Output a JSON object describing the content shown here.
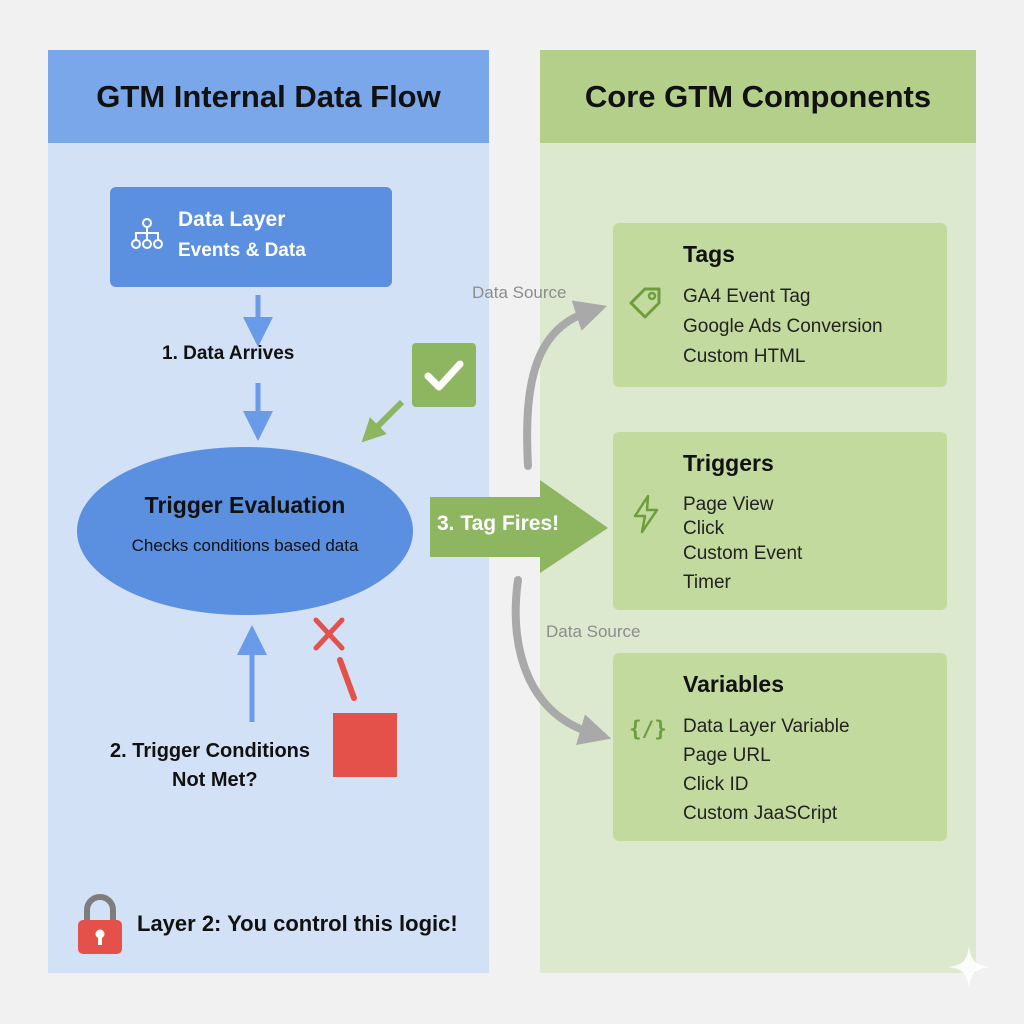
{
  "left_panel": {
    "title": "GTM Internal Data Flow",
    "data_layer": {
      "title": "Data Layer",
      "subtitle": "Events & Data"
    },
    "step1_label": "1. Data Arrives",
    "trigger_evaluation": {
      "title": "Trigger Evaluation",
      "subtitle": "Checks conditions based data"
    },
    "step2_label_line1": "2. Trigger Conditions",
    "step2_label_line2": "Not Met?",
    "footer_label": "Layer 2: You control this logic!"
  },
  "flow": {
    "fires_label": "3. Tag Fires!",
    "data_source_top": "Data Source",
    "data_source_bottom": "Data Source"
  },
  "right_panel": {
    "title": "Core GTM Components",
    "tags": {
      "title": "Tags",
      "items": [
        "GA4 Event Tag",
        "Google Ads Conversion",
        "Custom HTML"
      ]
    },
    "triggers": {
      "title": "Triggers",
      "items": [
        "Page View",
        "Click",
        "Custom Event",
        "Timer"
      ]
    },
    "variables": {
      "title": "Variables",
      "icon_text": "{/}",
      "items": [
        "Data Layer Variable",
        "Page URL",
        "Click ID",
        "Custom JaaSCript"
      ]
    }
  },
  "colors": {
    "blue_panel": "#d3e1f6",
    "blue_header": "#7aa7ea",
    "blue_node": "#5b8fdf",
    "green_panel": "#dde9cf",
    "green_header": "#b3cf8a",
    "green_card": "#c3da9f",
    "green_accent": "#8eb661",
    "red": "#e4514a",
    "gray_arrow": "#a9a9a9"
  },
  "icons": {
    "data_layer": "hierarchy-icon",
    "check": "checkmark-icon",
    "cross": "x-icon",
    "lock": "lock-icon",
    "tags": "tag-icon",
    "triggers": "lightning-icon",
    "variables": "code-brackets-icon"
  }
}
